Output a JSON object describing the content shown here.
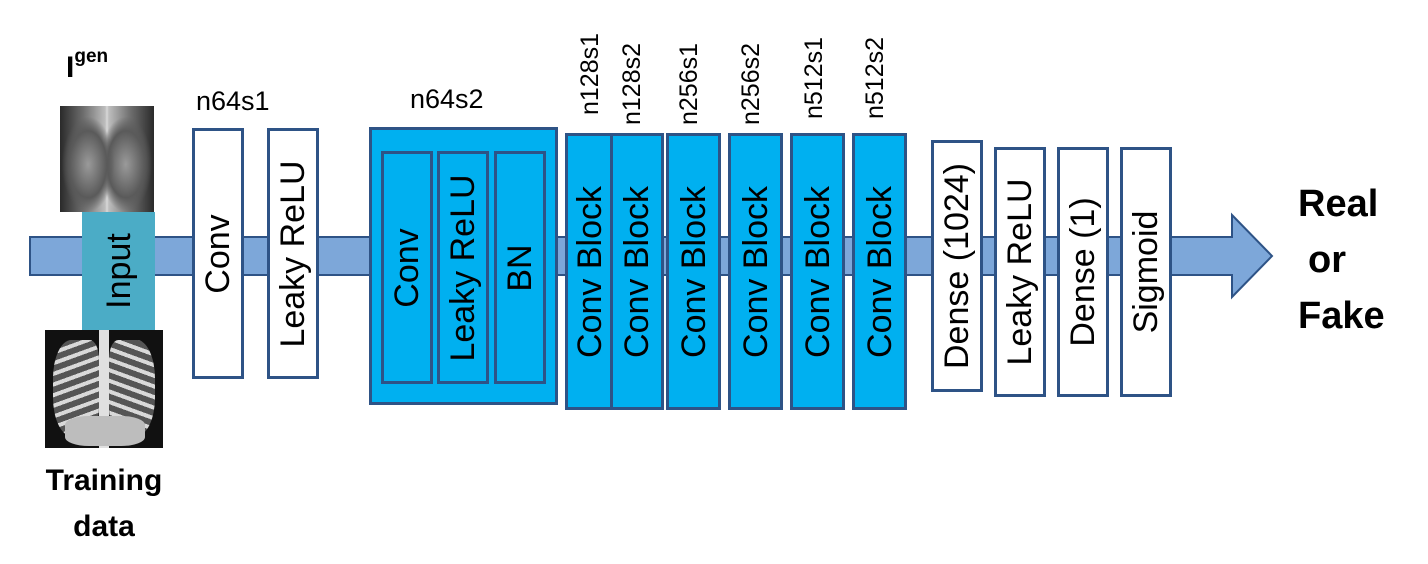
{
  "input_image_label": {
    "main": "I",
    "superscript": "gen"
  },
  "training_label": [
    "Training",
    "data"
  ],
  "input_block": "Input",
  "stage1": {
    "label": "n64s1",
    "blocks": [
      "Conv",
      "Leaky ReLU"
    ]
  },
  "stage2": {
    "label": "n64s2",
    "blocks": [
      "Conv",
      "Leaky ReLU",
      "BN"
    ]
  },
  "conv_blocks": [
    {
      "label": "n128s1",
      "block": "Conv Block"
    },
    {
      "label": "n128s2",
      "block": "Conv Block"
    },
    {
      "label": "n256s1",
      "block": "Conv Block"
    },
    {
      "label": "n256s2",
      "block": "Conv Block"
    },
    {
      "label": "n512s1",
      "block": "Conv Block"
    },
    {
      "label": "n512s2",
      "block": "Conv Block"
    }
  ],
  "head_blocks": [
    "Dense (1024)",
    "Leaky ReLU",
    "Dense (1)",
    "Sigmoid"
  ],
  "output": [
    "Real",
    "or",
    "Fake"
  ],
  "colors": {
    "arrow": "#7da7d9",
    "arrow_border": "#2e5386",
    "block_fill": "#00b0f0",
    "input_fill": "#4bacc6"
  }
}
